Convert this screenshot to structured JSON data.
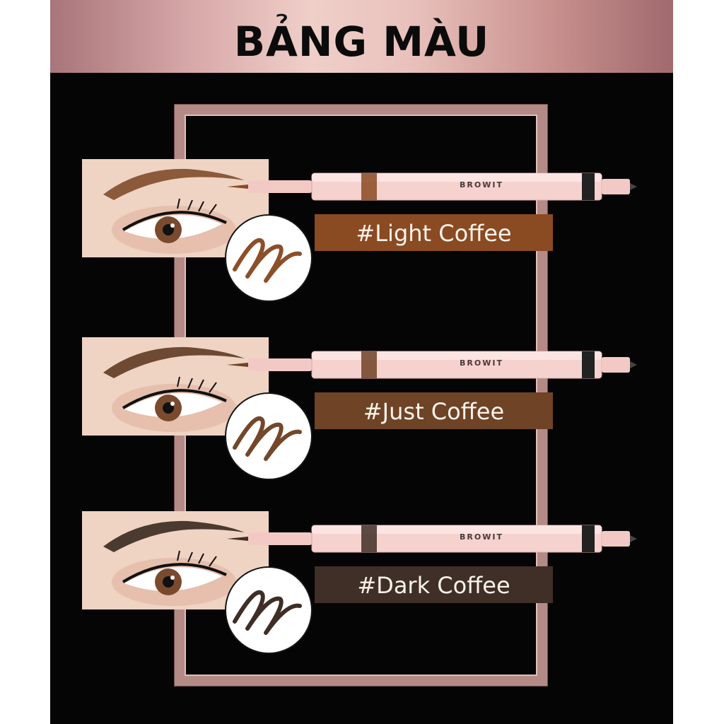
{
  "banner": {
    "title": "BẢNG MÀU"
  },
  "shades": [
    {
      "name": "#Light Coffee",
      "brand": "BROWIT",
      "color": "#8a4a22",
      "brow_color": "#8b5a3a",
      "stroke_color": "#8c4f28"
    },
    {
      "name": "#Just Coffee",
      "brand": "BROWIT",
      "color": "#6e4326",
      "brow_color": "#6e4a33",
      "stroke_color": "#74472a"
    },
    {
      "name": "#Dark Coffee",
      "brand": "BROWIT",
      "color": "#3f2f27",
      "brow_color": "#4a3a30",
      "stroke_color": "#3e2e25"
    }
  ],
  "colors": {
    "frame": "#b48a87",
    "background": "#050505",
    "pen_body": "#f3c9c6"
  },
  "icons": {
    "pen": "dual-tip-brow-pen",
    "swatch": "brush-stroke-swatch",
    "eye": "brow-eye-photo"
  }
}
